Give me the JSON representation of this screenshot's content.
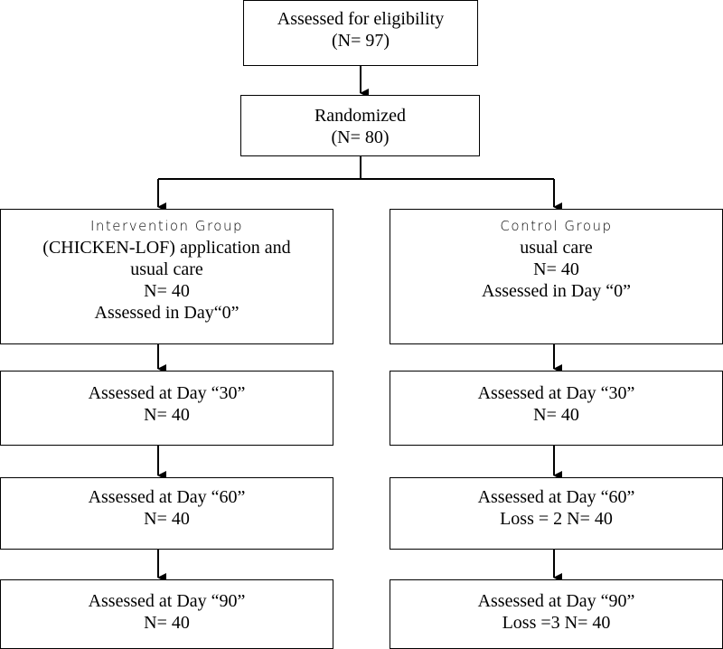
{
  "flowchart": {
    "eligibility": {
      "title": "Assessed for eligibility",
      "count": "(N= 97)"
    },
    "randomized": {
      "title": "Randomized",
      "count": "(N= 80)"
    },
    "intervention": {
      "group_title": "Intervention Group",
      "description": "(CHICKEN-LOF) application and usual care",
      "count": "N= 40",
      "assessment": "Assessed in Day“0”",
      "day30": {
        "label": "Assessed at Day “30”",
        "count": "N= 40"
      },
      "day60": {
        "label": "Assessed at Day “60”",
        "count": "N= 40"
      },
      "day90": {
        "label": "Assessed at Day “90”",
        "count": "N= 40"
      }
    },
    "control": {
      "group_title": "Control Group",
      "description": "usual care",
      "count": "N= 40",
      "assessment": "Assessed in Day “0”",
      "day30": {
        "label": "Assessed at Day “30”",
        "count": "N= 40"
      },
      "day60": {
        "label": "Assessed at Day “60”",
        "count": "Loss = 2 N= 40"
      },
      "day90": {
        "label": "Assessed at Day “90”",
        "count": "Loss =3 N= 40"
      }
    }
  }
}
